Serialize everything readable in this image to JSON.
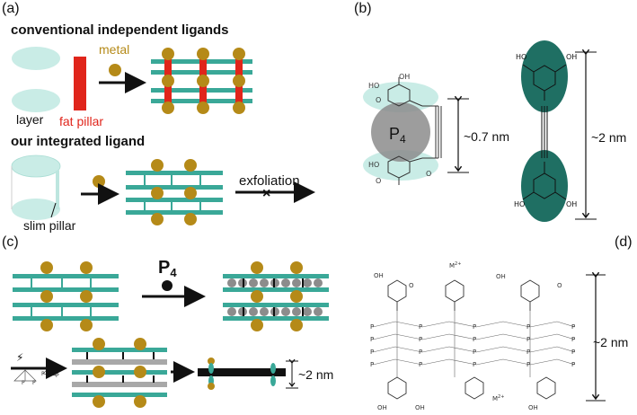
{
  "colors": {
    "teal": "#3aa898",
    "light_teal": "#c9ece6",
    "dark_teal": "#1f6f63",
    "metal": "#b58a18",
    "fat_pillar": "#e0251b",
    "gray": "#8c8c8c",
    "black": "#111111"
  },
  "panel_a": {
    "tag": "(a)",
    "conventional_heading": "conventional independent ligands",
    "metal_label": "metal",
    "layer_label": "layer",
    "fat_pillar_label": "fat pillar",
    "integrated_heading": "our integrated ligand",
    "slim_pillar_label": "slim pillar",
    "exfoliation_label": "exfoliation",
    "exfoliation_cross": "×"
  },
  "panel_b": {
    "tag": "(b)",
    "p4_label": "P",
    "p4_sub": "4",
    "short_distance": "~0.7 nm",
    "long_distance": "~2 nm",
    "oh": "OH",
    "ho": "HO",
    "o": "O"
  },
  "panel_c": {
    "tag": "(c)",
    "p4_label": "P",
    "p4_sub": "4",
    "distance": "~2 nm",
    "lightning": "⚡",
    "p_small": "P"
  },
  "panel_d": {
    "tag": "(d)",
    "metal_ion": "M",
    "metal_charge": "2+",
    "distance": "~2 nm",
    "p": "P",
    "oh": "OH",
    "o": "O"
  }
}
